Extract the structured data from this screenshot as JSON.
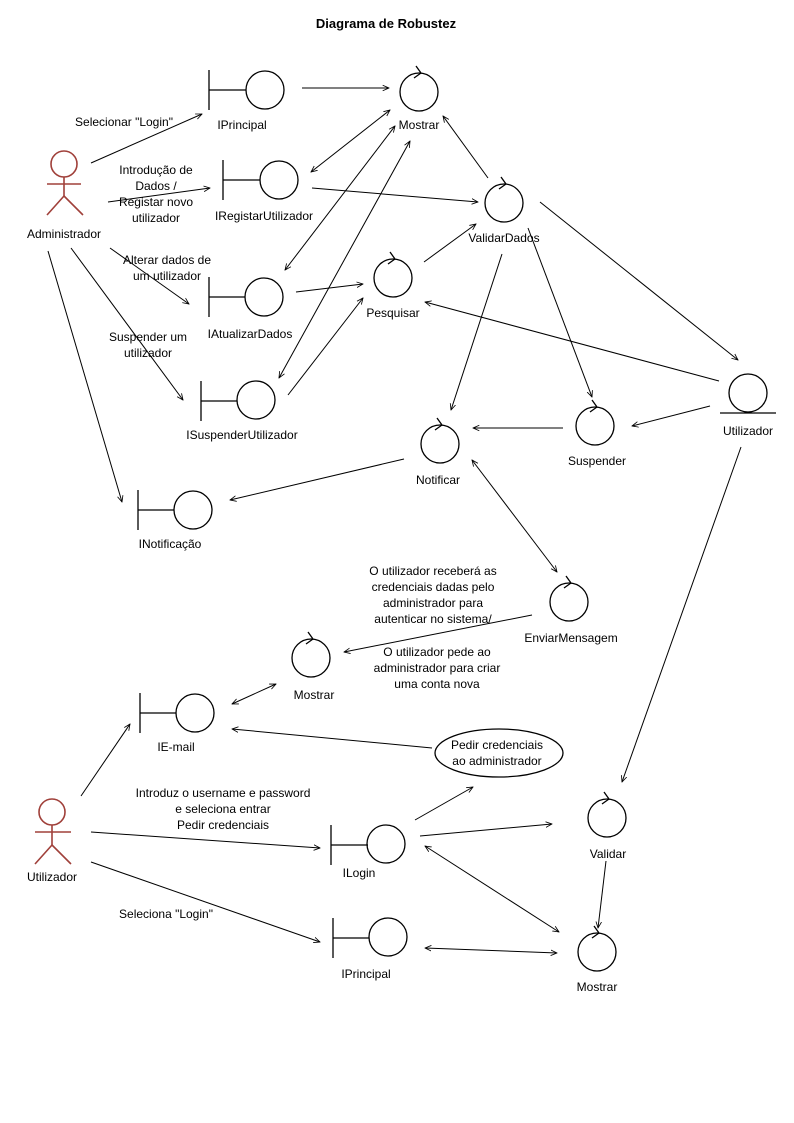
{
  "title": "Diagrama de Robustez",
  "actors": {
    "admin": "Administrador",
    "user": "Utilizador"
  },
  "boundaries": {
    "iprincipal_top": "IPrincipal",
    "iregistar": "IRegistarUtilizador",
    "iatualizar": "IAtualizarDados",
    "isuspender": "ISuspenderUtilizador",
    "inotificacao": "INotificação",
    "iemail": "IE-mail",
    "ilogin": "ILogin",
    "iprincipal_bottom": "IPrincipal"
  },
  "controls": {
    "mostrar_top": "Mostrar",
    "validardados": "ValidarDados",
    "pesquisar": "Pesquisar",
    "notificar": "Notificar",
    "suspender": "Suspender",
    "enviarmensagem": "EnviarMensagem",
    "mostrar_mid": "Mostrar",
    "validar": "Validar",
    "mostrar_bottom": "Mostrar"
  },
  "entities": {
    "utilizador": "Utilizador"
  },
  "labels": {
    "selecionar_login": "Selecionar \"Login\"",
    "introducao_1": "Introdução de",
    "introducao_2": "Dados /",
    "introducao_3": "Registar novo",
    "introducao_4": "utilizador",
    "alterar_1": "Alterar dados de",
    "alterar_2": "um utilizador",
    "suspender_1": "Suspender um",
    "suspender_2": "utilizador",
    "credenciais_1": "O utilizador receberá as",
    "credenciais_2": "credenciais dadas pelo",
    "credenciais_3": "administrador para",
    "credenciais_4": "autenticar no sistema/",
    "pede_1": "O utilizador pede ao",
    "pede_2": "administrador para criar",
    "pede_3": "uma conta nova",
    "note_1": "Pedir credenciais",
    "note_2": "ao administrador",
    "introduz_1": "Introduz o username e password",
    "introduz_2": "e seleciona entrar",
    "introduz_3": "Pedir credenciais",
    "seleciona_login": "Seleciona \"Login\""
  },
  "colors": {
    "actor": "#a0403a",
    "lines": "#000000"
  }
}
